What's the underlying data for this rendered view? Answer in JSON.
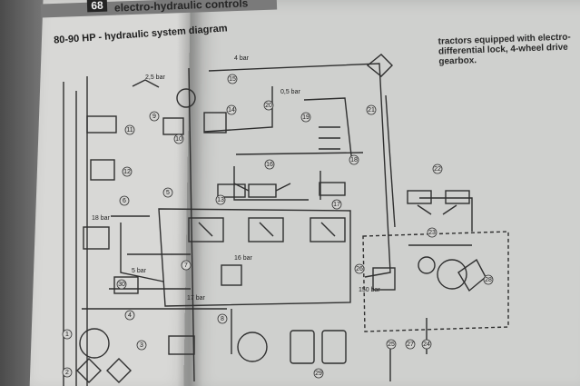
{
  "page": {
    "number": "68",
    "section_title": "electro-hydraulic controls"
  },
  "diagram": {
    "title": "80-90 HP - hydraulic system diagram",
    "note_lines": [
      "tractors equipped with electro-",
      "differential lock, 4-wheel drive",
      "gearbox."
    ],
    "pressure_labels": [
      "4 bar",
      "2,5 bar",
      "0,5 bar",
      "18 bar",
      "5 bar",
      "16 bar",
      "150 bar",
      "17 bar"
    ],
    "component_numbers": [
      "1",
      "2",
      "3",
      "4",
      "5",
      "6",
      "7",
      "8",
      "9",
      "10",
      "11",
      "12",
      "13",
      "14",
      "15",
      "16",
      "17",
      "18",
      "19",
      "20",
      "21",
      "22",
      "23",
      "24",
      "25",
      "26",
      "27",
      "28",
      "29",
      "30"
    ]
  }
}
